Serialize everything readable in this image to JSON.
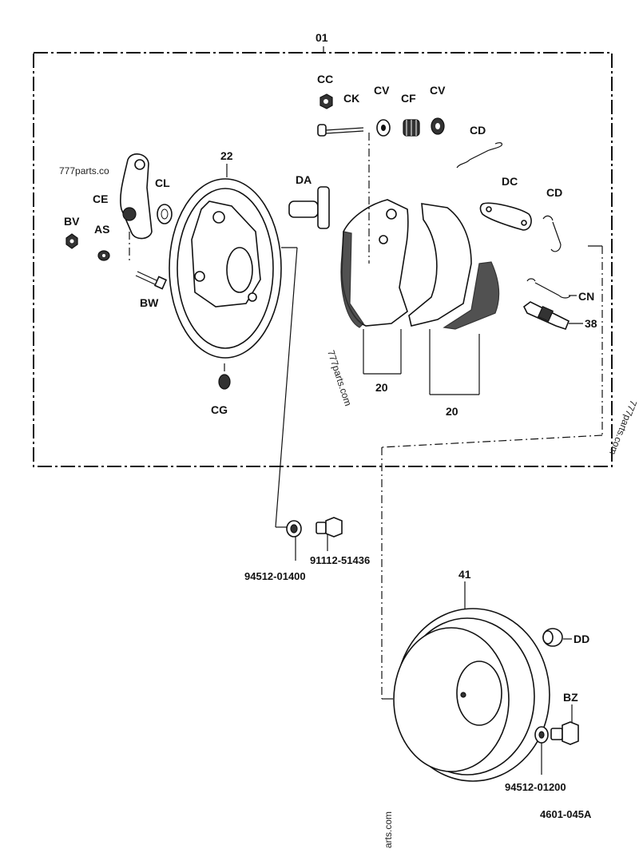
{
  "labels": {
    "assembly": "01",
    "cc": "CC",
    "ck": "CK",
    "cv1": "CV",
    "cf": "CF",
    "cv2": "CV",
    "cd1": "CD",
    "dc": "DC",
    "cd2": "CD",
    "ce": "CE",
    "cl": "CL",
    "bv": "BV",
    "as": "AS",
    "bw": "BW",
    "cg": "CG",
    "backing_plate": "22",
    "da": "DA",
    "cn": "CN",
    "adjuster": "38",
    "shoe_a": "20",
    "shoe_b": "20",
    "bolt_part": "91112-51436",
    "washer_part": "94512-01400",
    "drum": "41",
    "dd": "DD",
    "bz": "BZ",
    "drum_washer_part": "94512-01200",
    "diagram_code": "4601-045A"
  },
  "watermarks": {
    "top_left": "777parts.co",
    "middle": "777parts.com",
    "right": "777parts.com",
    "bottom": "arts.com"
  }
}
